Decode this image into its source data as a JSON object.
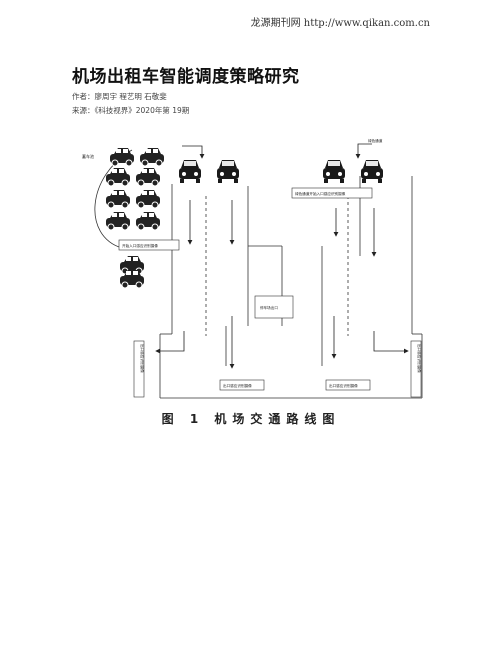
{
  "header": {
    "source_link": "龙源期刊网 http://www.qikan.com.cn"
  },
  "article": {
    "title": "机场出租车智能调度策略研究",
    "author_label": "作者：",
    "authors": "廖周宇  程艺明  石敬斐",
    "source_label": "来源：",
    "source": "《科技视界》2020年第 19期"
  },
  "figure": {
    "caption": "图 1    机场交通路线图",
    "labels": {
      "pool": "蓄车池",
      "entry_left": "开始入口感应识别摄像",
      "green_lane": "绿色通道",
      "entry_right": "绿色通道开始入口感应识别摄像",
      "center": "停车场出口",
      "exit_left_v": "出口感应识别摄像",
      "exit_right_v": "出口感应识别摄像",
      "exit_bottom_left": "出口感应识别摄像",
      "exit_bottom_right": "出口感应识别摄像"
    }
  }
}
